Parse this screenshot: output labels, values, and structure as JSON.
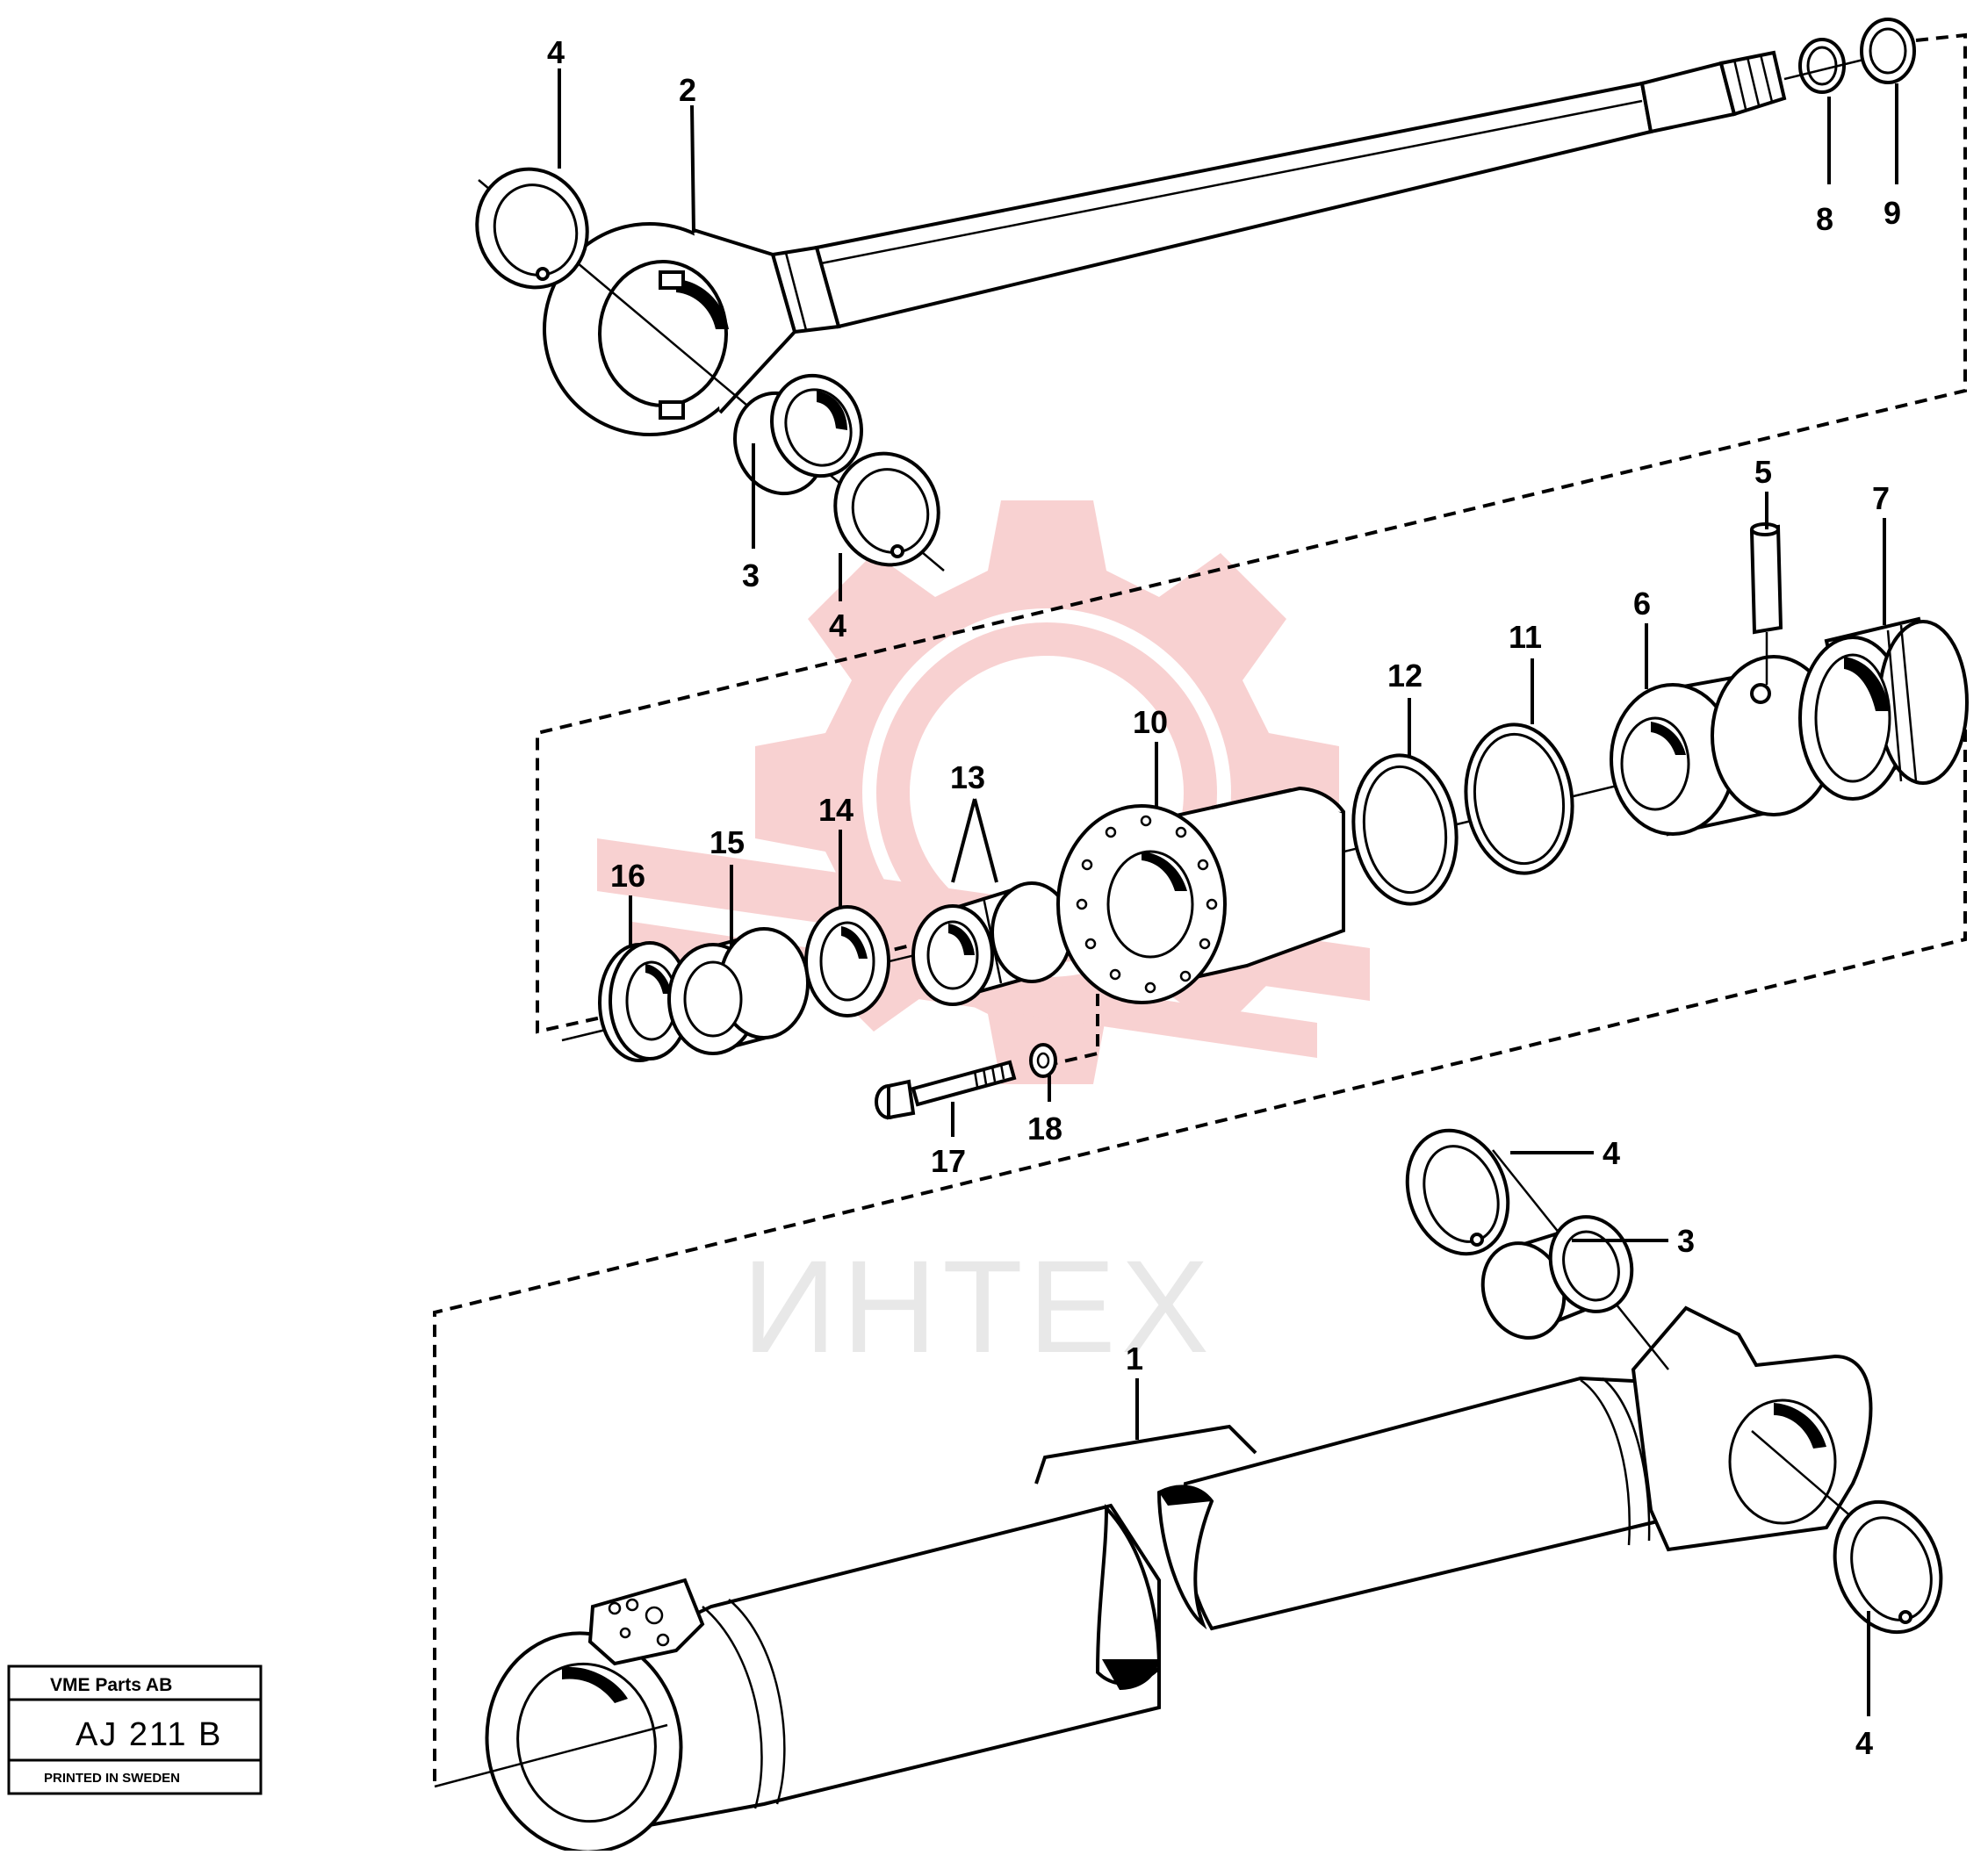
{
  "watermark": {
    "text": "ИНТЕХ",
    "color": "#f7c9c9"
  },
  "callouts": {
    "c1": "1",
    "c2": "2",
    "c3a": "3",
    "c3b": "3",
    "c4a": "4",
    "c4b": "4",
    "c4c": "4",
    "c4d": "4",
    "c5": "5",
    "c6": "6",
    "c7": "7",
    "c8": "8",
    "c9": "9",
    "c10": "10",
    "c11": "11",
    "c12": "12",
    "c13": "13",
    "c14": "14",
    "c15": "15",
    "c16": "16",
    "c17": "17",
    "c18": "18"
  },
  "stamp": {
    "company": "VME Parts AB",
    "code": "AJ 211 B",
    "note": "PRINTED IN SWEDEN"
  }
}
